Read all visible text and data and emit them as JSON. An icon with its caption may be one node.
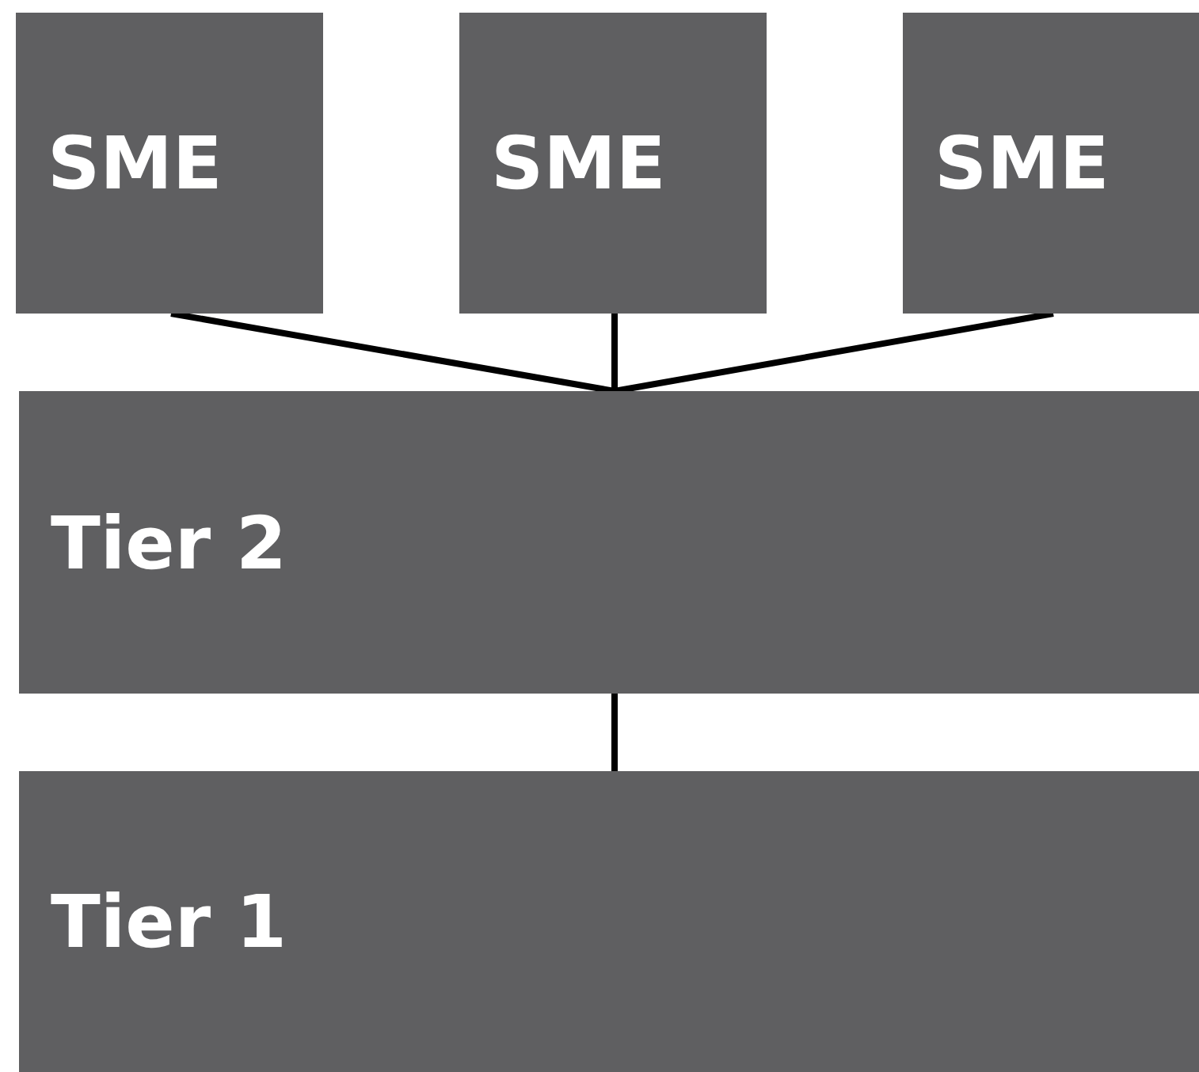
{
  "diagram": {
    "nodes": [
      {
        "text": [
          "SME"
        ]
      },
      {
        "text": [
          "SME"
        ]
      },
      {
        "text": [
          "SME"
        ]
      },
      {
        "text": [
          "Tier 2"
        ]
      },
      {
        "text": [
          "Tier 1"
        ]
      }
    ],
    "edges": [
      {
        "from": 0,
        "to": 3,
        "arrow": "none"
      },
      {
        "from": 1,
        "to": 3,
        "arrow": "none"
      },
      {
        "from": 2,
        "to": 3,
        "arrow": "none"
      },
      {
        "from": 3,
        "to": 4,
        "arrow": "none"
      }
    ]
  }
}
